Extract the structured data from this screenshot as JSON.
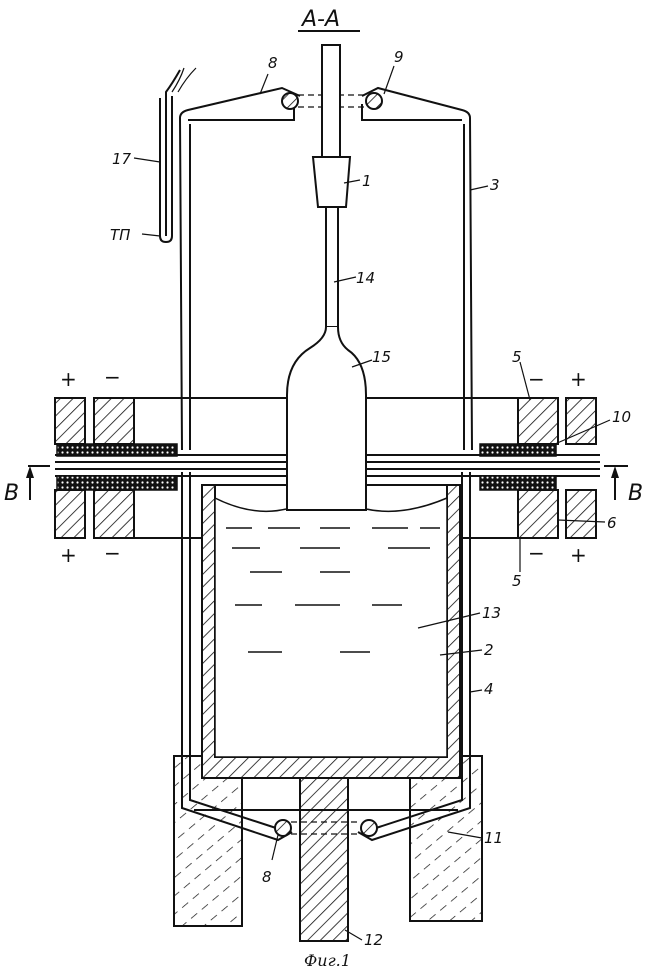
{
  "title": "А-А",
  "caption": "Фиг.1",
  "section_mark": "В",
  "polarity": {
    "plus": "+",
    "minus": "−"
  },
  "labels": {
    "l1": "1",
    "l2": "2",
    "l3": "3",
    "l4": "4",
    "l5_top": "5",
    "l5_bottom": "5",
    "l6": "6",
    "l8_top": "8",
    "l8_bottom": "8",
    "l9": "9",
    "l10": "10",
    "l11": "11",
    "l12": "12",
    "l13": "13",
    "l14": "14",
    "l15": "15",
    "l17": "17",
    "tp": "ТП"
  }
}
